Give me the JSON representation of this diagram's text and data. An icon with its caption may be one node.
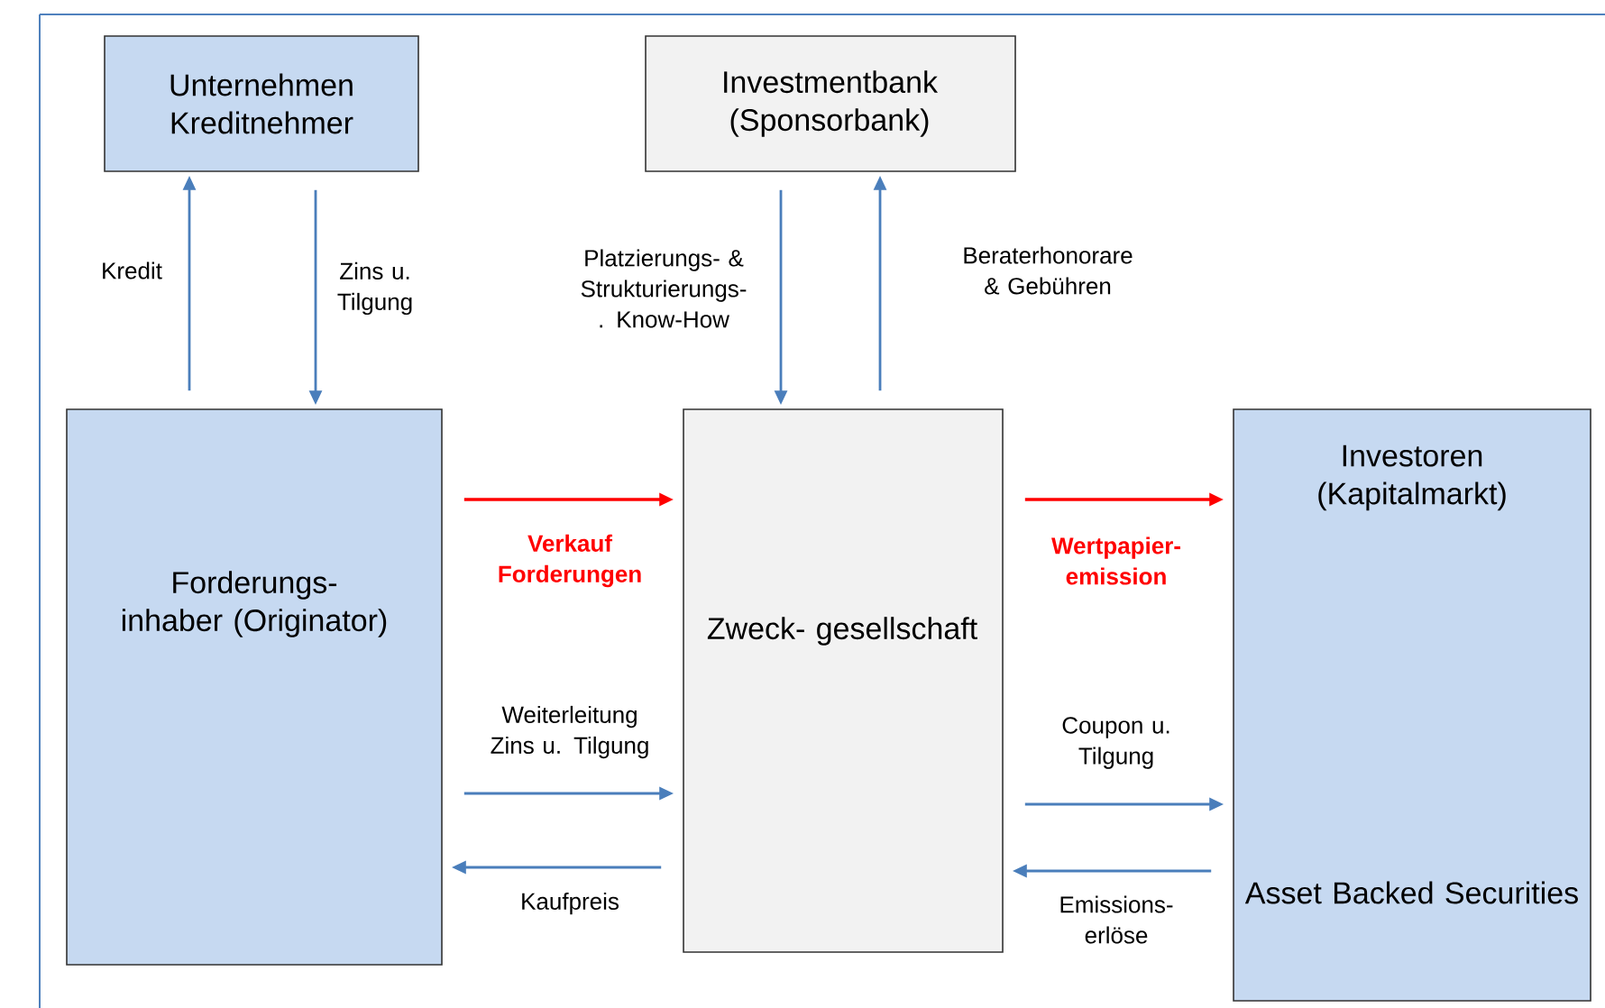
{
  "diagram": {
    "nodes": [
      {
        "text": [
          "Unternehmen Kreditnehmer"
        ]
      },
      {
        "text": [
          "Investmentbank (Sponsorbank)"
        ]
      },
      {
        "text": [
          "Forderungs- inhaber (Originator)"
        ]
      },
      {
        "text": [
          "Zweck- gesellschaft"
        ]
      },
      {
        "text": [
          "Investoren (Kapitalmarkt)",
          "Asset Backed Securities"
        ]
      }
    ],
    "edges": [
      {
        "from": 2,
        "to": 0,
        "arrow": "to",
        "label": "Kredit"
      },
      {
        "from": 0,
        "to": 2,
        "arrow": "to",
        "label": "Zins u. Tilgung"
      },
      {
        "from": 1,
        "to": 3,
        "arrow": "to",
        "label": "Platzierungs- & Strukturierungs-. Know-How"
      },
      {
        "from": 3,
        "to": 1,
        "arrow": "to",
        "label": "Beraterhonorare & Gebühren"
      },
      {
        "from": 2,
        "to": 3,
        "arrow": "to",
        "label": "Verkauf Forderungen",
        "color": "#ff0000"
      },
      {
        "from": 3,
        "to": 4,
        "arrow": "to",
        "label": "Wertpapier- emission",
        "color": "#ff0000"
      },
      {
        "from": 2,
        "to": 3,
        "arrow": "to",
        "label": "Weiterleitung Zins u. Tilgung"
      },
      {
        "from": 3,
        "to": 2,
        "arrow": "to",
        "label": "Kaufpreis"
      },
      {
        "from": 3,
        "to": 4,
        "arrow": "to",
        "label": "Coupon u. Tilgung"
      },
      {
        "from": 4,
        "to": 3,
        "arrow": "to",
        "label": "Emissions- erlöse"
      }
    ]
  }
}
